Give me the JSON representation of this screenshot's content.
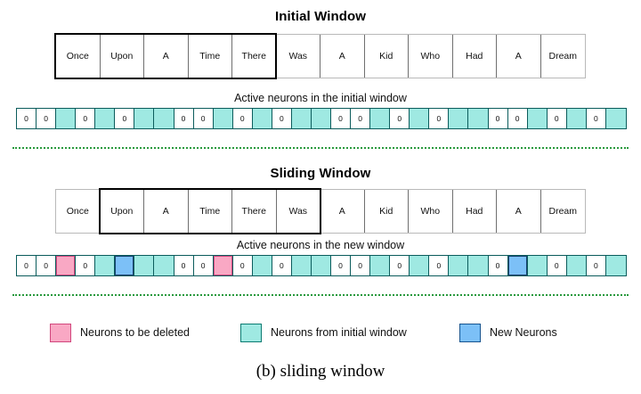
{
  "figure": {
    "caption": "(b) sliding window"
  },
  "sections": [
    {
      "title": "Initial Window",
      "words": [
        "Once",
        "Upon",
        "A",
        "Time",
        "There",
        "Was",
        "A",
        "Kid",
        "Who",
        "Had",
        "A",
        "Dream"
      ],
      "window_start": 0,
      "window_end": 5,
      "strip_caption": "Active neurons in the initial window",
      "neurons": [
        {
          "label": "0",
          "state": "zero"
        },
        {
          "label": "0",
          "state": "zero"
        },
        {
          "label": "",
          "state": "cyan"
        },
        {
          "label": "0",
          "state": "zero"
        },
        {
          "label": "",
          "state": "cyan"
        },
        {
          "label": "0",
          "state": "zero"
        },
        {
          "label": "",
          "state": "cyan"
        },
        {
          "label": "",
          "state": "cyan"
        },
        {
          "label": "0",
          "state": "zero"
        },
        {
          "label": "0",
          "state": "zero"
        },
        {
          "label": "",
          "state": "cyan"
        },
        {
          "label": "0",
          "state": "zero"
        },
        {
          "label": "",
          "state": "cyan"
        },
        {
          "label": "0",
          "state": "zero"
        },
        {
          "label": "",
          "state": "cyan"
        },
        {
          "label": "",
          "state": "cyan"
        },
        {
          "label": "0",
          "state": "zero"
        },
        {
          "label": "0",
          "state": "zero"
        },
        {
          "label": "",
          "state": "cyan"
        },
        {
          "label": "0",
          "state": "zero"
        },
        {
          "label": "",
          "state": "cyan"
        },
        {
          "label": "0",
          "state": "zero"
        },
        {
          "label": "",
          "state": "cyan"
        },
        {
          "label": "",
          "state": "cyan"
        },
        {
          "label": "0",
          "state": "zero"
        },
        {
          "label": "0",
          "state": "zero"
        },
        {
          "label": "",
          "state": "cyan"
        },
        {
          "label": "0",
          "state": "zero"
        },
        {
          "label": "",
          "state": "cyan"
        },
        {
          "label": "0",
          "state": "zero"
        },
        {
          "label": "",
          "state": "cyan"
        }
      ]
    },
    {
      "title": "Sliding Window",
      "words": [
        "Once",
        "Upon",
        "A",
        "Time",
        "There",
        "Was",
        "A",
        "Kid",
        "Who",
        "Had",
        "A",
        "Dream"
      ],
      "window_start": 1,
      "window_end": 6,
      "strip_caption": "Active neurons in the new window",
      "neurons": [
        {
          "label": "0",
          "state": "zero"
        },
        {
          "label": "0",
          "state": "zero"
        },
        {
          "label": "",
          "state": "pink"
        },
        {
          "label": "0",
          "state": "zero"
        },
        {
          "label": "",
          "state": "cyan"
        },
        {
          "label": "",
          "state": "blue"
        },
        {
          "label": "",
          "state": "cyan"
        },
        {
          "label": "",
          "state": "cyan"
        },
        {
          "label": "0",
          "state": "zero"
        },
        {
          "label": "0",
          "state": "zero"
        },
        {
          "label": "",
          "state": "pink"
        },
        {
          "label": "0",
          "state": "zero"
        },
        {
          "label": "",
          "state": "cyan"
        },
        {
          "label": "0",
          "state": "zero"
        },
        {
          "label": "",
          "state": "cyan"
        },
        {
          "label": "",
          "state": "cyan"
        },
        {
          "label": "0",
          "state": "zero"
        },
        {
          "label": "0",
          "state": "zero"
        },
        {
          "label": "",
          "state": "cyan"
        },
        {
          "label": "0",
          "state": "zero"
        },
        {
          "label": "",
          "state": "cyan"
        },
        {
          "label": "0",
          "state": "zero"
        },
        {
          "label": "",
          "state": "cyan"
        },
        {
          "label": "",
          "state": "cyan"
        },
        {
          "label": "0",
          "state": "zero"
        },
        {
          "label": "",
          "state": "blue"
        },
        {
          "label": "",
          "state": "cyan"
        },
        {
          "label": "0",
          "state": "zero"
        },
        {
          "label": "",
          "state": "cyan"
        },
        {
          "label": "0",
          "state": "zero"
        },
        {
          "label": "",
          "state": "cyan"
        }
      ]
    }
  ],
  "legend": {
    "items": [
      {
        "swatch": "pink",
        "label": "Neurons to be deleted"
      },
      {
        "swatch": "cyan",
        "label": "Neurons from initial window"
      },
      {
        "swatch": "blue",
        "label": "New Neurons"
      }
    ]
  },
  "colors": {
    "cyan": "#9fe9e2",
    "pink": "#f9a8c4",
    "blue": "#7cc0f7",
    "divider_green": "#2a9a3e",
    "cell_border": "#0b5c5c"
  }
}
